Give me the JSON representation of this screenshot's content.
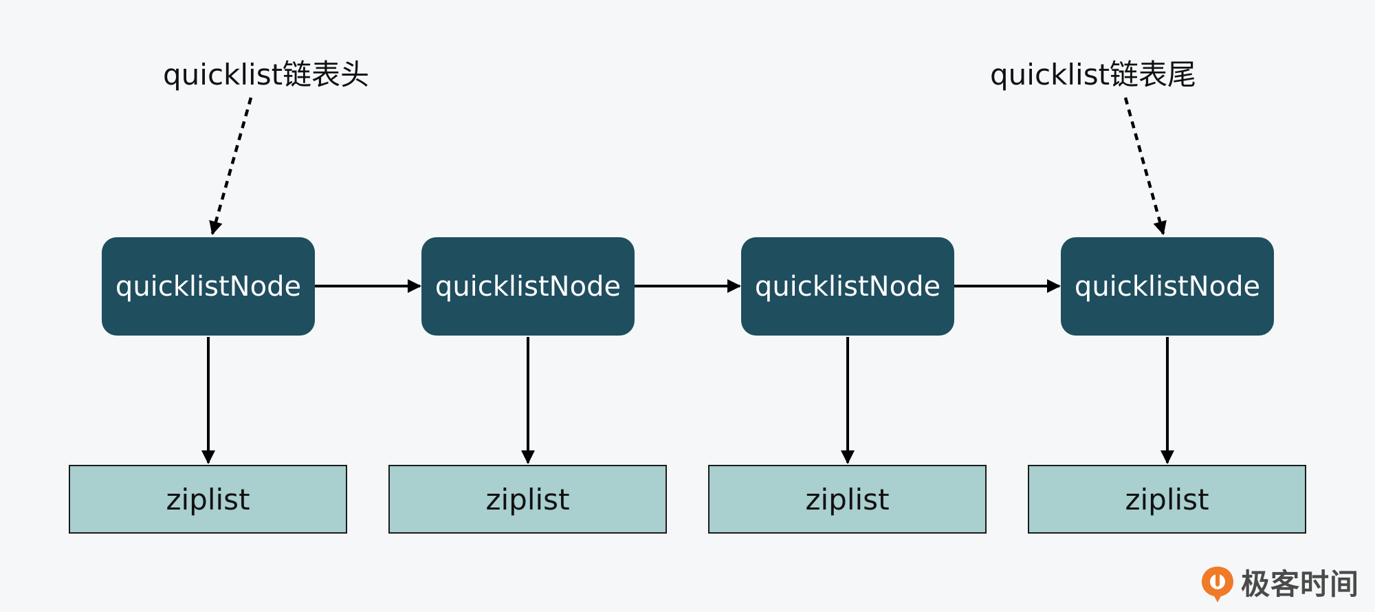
{
  "labels": {
    "head": "quicklist链表头",
    "tail": "quicklist链表尾"
  },
  "nodes": [
    {
      "label": "quicklistNode"
    },
    {
      "label": "quicklistNode"
    },
    {
      "label": "quicklistNode"
    },
    {
      "label": "quicklistNode"
    }
  ],
  "ziplists": [
    {
      "label": "ziplist"
    },
    {
      "label": "ziplist"
    },
    {
      "label": "ziplist"
    },
    {
      "label": "ziplist"
    }
  ],
  "brand": {
    "text": "极客时间",
    "icon": "geektime-logo-icon"
  },
  "colors": {
    "node_fill": "#1f4e5e",
    "ziplist_fill": "#a9cfcf",
    "background": "#f5f7f9",
    "logo_orange": "#f07a28"
  }
}
